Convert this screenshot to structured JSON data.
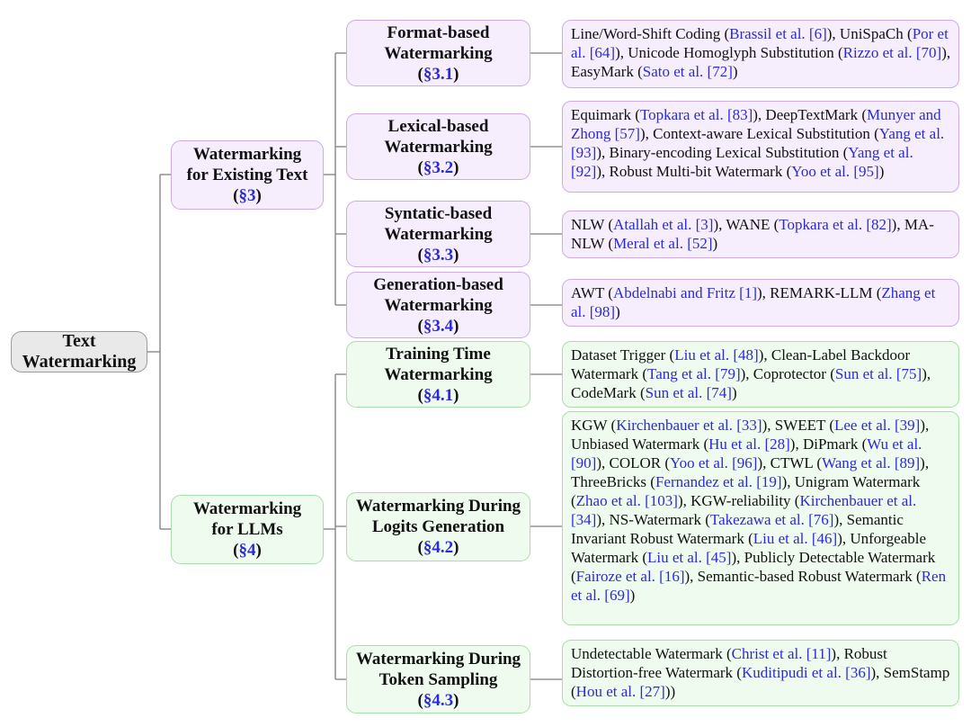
{
  "colors": {
    "purple-fill": "#f7eefd",
    "purple-border": "#cfaae8",
    "green-fill": "#effbef",
    "green-border": "#a7e0a7",
    "root-fill": "#e9e9e9",
    "root-border": "#9b9b9b",
    "cite": "#2b2bd5",
    "text": "#111111",
    "line": "#7f7f7f",
    "bg": "#ffffff"
  },
  "root": {
    "lines": [
      "Text",
      "Watermarking"
    ]
  },
  "branches": [
    {
      "lines": [
        "Watermarking",
        "for Existing Text"
      ],
      "ref": [
        {
          "t": "("
        },
        {
          "t": "§3",
          "cite": true
        },
        {
          "t": ")"
        }
      ]
    },
    {
      "lines": [
        "Watermarking",
        "for LLMs"
      ],
      "ref": [
        {
          "t": "("
        },
        {
          "t": "§4",
          "cite": true
        },
        {
          "t": ")"
        }
      ]
    }
  ],
  "categories": [
    {
      "lines": [
        "Format-based",
        "Watermarking"
      ],
      "ref": [
        {
          "t": "("
        },
        {
          "t": "§3.1",
          "cite": true
        },
        {
          "t": ")"
        }
      ]
    },
    {
      "lines": [
        "Lexical-based",
        "Watermarking"
      ],
      "ref": [
        {
          "t": "("
        },
        {
          "t": "§3.2",
          "cite": true
        },
        {
          "t": ")"
        }
      ]
    },
    {
      "lines": [
        "Syntatic-based",
        "Watermarking"
      ],
      "ref": [
        {
          "t": "("
        },
        {
          "t": "§3.3",
          "cite": true
        },
        {
          "t": ")"
        }
      ]
    },
    {
      "lines": [
        "Generation-based",
        "Watermarking"
      ],
      "ref": [
        {
          "t": "("
        },
        {
          "t": "§3.4",
          "cite": true
        },
        {
          "t": ")"
        }
      ]
    },
    {
      "lines": [
        "Training Time",
        "Watermarking"
      ],
      "ref": [
        {
          "t": "("
        },
        {
          "t": "§4.1",
          "cite": true
        },
        {
          "t": ")"
        }
      ]
    },
    {
      "lines": [
        "Watermarking During",
        "Logits Generation"
      ],
      "ref": [
        {
          "t": "("
        },
        {
          "t": "§4.2",
          "cite": true
        },
        {
          "t": ")"
        }
      ]
    },
    {
      "lines": [
        "Watermarking During",
        "Token Sampling"
      ],
      "ref": [
        {
          "t": "("
        },
        {
          "t": "§4.3",
          "cite": true
        },
        {
          "t": ")"
        }
      ]
    }
  ],
  "leaves": [
    {
      "segments": [
        {
          "t": "Line/Word-Shift Coding ("
        },
        {
          "t": "Brassil et al. [6]",
          "cite": true
        },
        {
          "t": "), UniSpaCh ("
        },
        {
          "t": "Por et al. [64]",
          "cite": true
        },
        {
          "t": "), Unicode Homoglyph Substitution ("
        },
        {
          "t": "Rizzo et al. [70]",
          "cite": true
        },
        {
          "t": "), EasyMark ("
        },
        {
          "t": "Sato et al. [72]",
          "cite": true
        },
        {
          "t": ")"
        }
      ]
    },
    {
      "segments": [
        {
          "t": "Equimark ("
        },
        {
          "t": "Topkara et al. [83]",
          "cite": true
        },
        {
          "t": "), DeepTextMark ("
        },
        {
          "t": "Munyer and Zhong [57]",
          "cite": true
        },
        {
          "t": "), Context-aware Lexical Substitution ("
        },
        {
          "t": "Yang et al. [93]",
          "cite": true
        },
        {
          "t": "), Binary-encoding Lexical Substitution ("
        },
        {
          "t": "Yang et al. [92]",
          "cite": true
        },
        {
          "t": "), Robust Multi-bit Watermark ("
        },
        {
          "t": "Yoo et al. [95]",
          "cite": true
        },
        {
          "t": ")"
        }
      ]
    },
    {
      "segments": [
        {
          "t": "NLW ("
        },
        {
          "t": "Atallah et al. [3]",
          "cite": true
        },
        {
          "t": "), WANE ("
        },
        {
          "t": "Topkara et al. [82]",
          "cite": true
        },
        {
          "t": "), MA-NLW ("
        },
        {
          "t": "Meral et al. [52]",
          "cite": true
        },
        {
          "t": ")"
        }
      ]
    },
    {
      "segments": [
        {
          "t": "AWT ("
        },
        {
          "t": "Abdelnabi and Fritz [1]",
          "cite": true
        },
        {
          "t": "), REMARK-LLM ("
        },
        {
          "t": "Zhang et al. [98]",
          "cite": true
        },
        {
          "t": ")"
        }
      ]
    },
    {
      "segments": [
        {
          "t": "Dataset Trigger ("
        },
        {
          "t": "Liu et al. [48]",
          "cite": true
        },
        {
          "t": "), Clean-Label Backdoor Watermark ("
        },
        {
          "t": "Tang et al. [79]",
          "cite": true
        },
        {
          "t": "), Coprotector ("
        },
        {
          "t": "Sun et al. [75]",
          "cite": true
        },
        {
          "t": "), CodeMark ("
        },
        {
          "t": "Sun et al. [74]",
          "cite": true
        },
        {
          "t": ")"
        }
      ]
    },
    {
      "segments": [
        {
          "t": "KGW ("
        },
        {
          "t": "Kirchenbauer et al. [33]",
          "cite": true
        },
        {
          "t": "), SWEET ("
        },
        {
          "t": "Lee et al. [39]",
          "cite": true
        },
        {
          "t": "), Unbiased Watermark ("
        },
        {
          "t": "Hu et al. [28]",
          "cite": true
        },
        {
          "t": "), DiPmark ("
        },
        {
          "t": "Wu et al. [90]",
          "cite": true
        },
        {
          "t": "), COLOR ("
        },
        {
          "t": "Yoo et al. [96]",
          "cite": true
        },
        {
          "t": "), CTWL ("
        },
        {
          "t": "Wang et al. [89]",
          "cite": true
        },
        {
          "t": "), ThreeBricks ("
        },
        {
          "t": "Fernandez et al. [19]",
          "cite": true
        },
        {
          "t": "), Unigram Watermark ("
        },
        {
          "t": "Zhao et al. [103]",
          "cite": true
        },
        {
          "t": "), KGW-reliability ("
        },
        {
          "t": "Kirchenbauer et al. [34]",
          "cite": true
        },
        {
          "t": "), NS-Watermark ("
        },
        {
          "t": "Takezawa et al. [76]",
          "cite": true
        },
        {
          "t": "), Semantic Invariant Robust Watermark ("
        },
        {
          "t": "Liu et al. [46]",
          "cite": true
        },
        {
          "t": "), Unforgeable Watermark ("
        },
        {
          "t": "Liu et al. [45]",
          "cite": true
        },
        {
          "t": "), Publicly Detectable Watermark ("
        },
        {
          "t": "Fairoze et al. [16]",
          "cite": true
        },
        {
          "t": "), Semantic-based Robust Watermark ("
        },
        {
          "t": "Ren et al. [69]",
          "cite": true
        },
        {
          "t": ")"
        }
      ]
    },
    {
      "segments": [
        {
          "t": "Undetectable Watermark ("
        },
        {
          "t": "Christ et al. [11]",
          "cite": true
        },
        {
          "t": "), Robust Distortion-free Watermark ("
        },
        {
          "t": "Kuditipudi et al. [36]",
          "cite": true
        },
        {
          "t": "), SemStamp ("
        },
        {
          "t": "Hou et al. [27]",
          "cite": true
        },
        {
          "t": "))"
        }
      ]
    }
  ]
}
